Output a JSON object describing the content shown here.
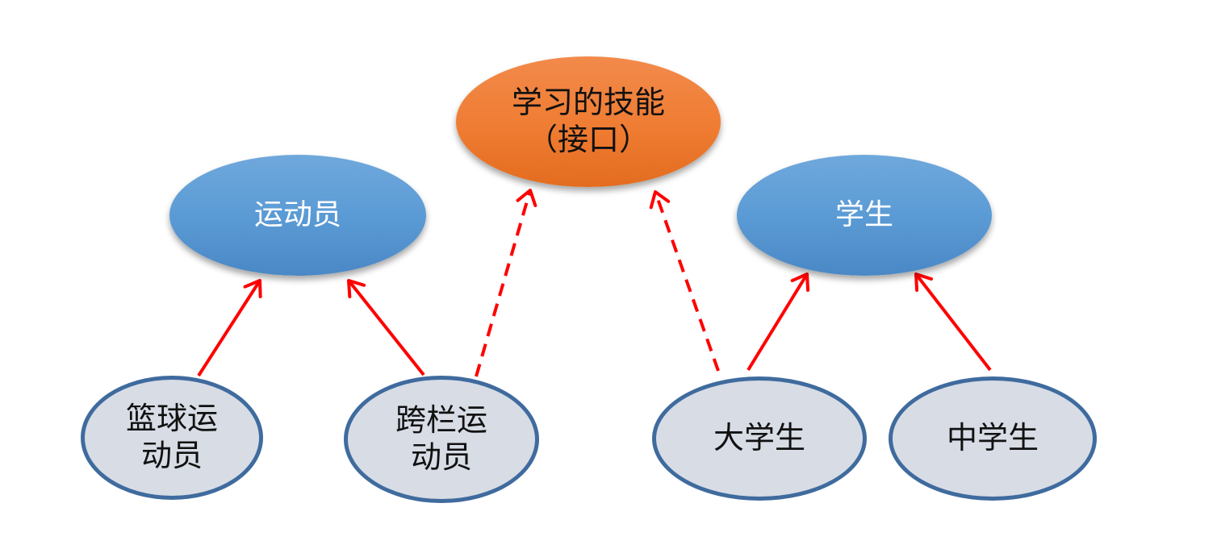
{
  "nodes": {
    "interface": {
      "label": "学习的技能\n（接口）"
    },
    "athlete": {
      "label": "运动员"
    },
    "student": {
      "label": "学生"
    },
    "basketball": {
      "label": "篮球运\n动员"
    },
    "hurdle": {
      "label": "跨栏运\n动员"
    },
    "college": {
      "label": "大学生"
    },
    "middle": {
      "label": "中学生"
    }
  },
  "edges": [
    {
      "from": "basketball",
      "to": "athlete",
      "style": "solid"
    },
    {
      "from": "hurdle",
      "to": "athlete",
      "style": "solid"
    },
    {
      "from": "hurdle",
      "to": "interface",
      "style": "dashed"
    },
    {
      "from": "college",
      "to": "interface",
      "style": "dashed"
    },
    {
      "from": "college",
      "to": "student",
      "style": "solid"
    },
    {
      "from": "middle",
      "to": "student",
      "style": "solid"
    }
  ],
  "colors": {
    "arrow": "#ff0000",
    "interface_fill": "#ef7c32",
    "parent_fill": "#5b9bd5",
    "child_fill": "#d7dce5",
    "child_border": "#3f6b9e"
  }
}
